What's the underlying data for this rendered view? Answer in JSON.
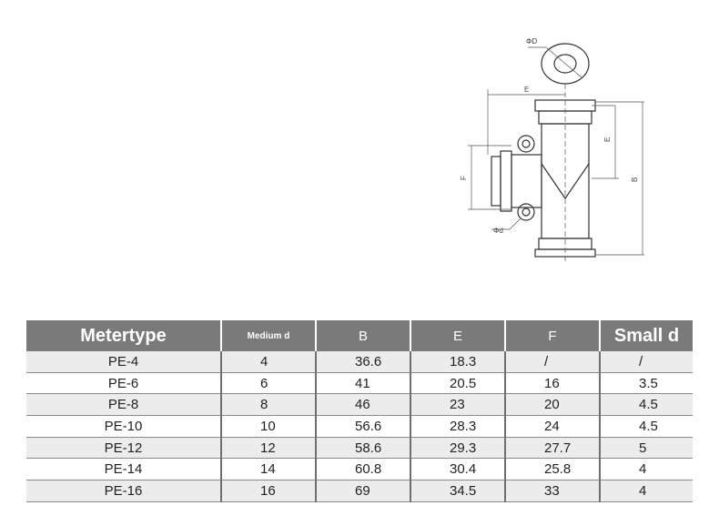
{
  "diagram": {
    "labels": {
      "phi_D": "ΦD",
      "E": "E",
      "E2": "E",
      "F": "F",
      "B": "B",
      "phi_d": "Φd"
    }
  },
  "table": {
    "headers": [
      "Metertype",
      "Medium d",
      "B",
      "E",
      "F",
      "Small d"
    ],
    "rows": [
      [
        "PE-4",
        "4",
        "36.6",
        "18.3",
        "/",
        "/"
      ],
      [
        "PE-6",
        "6",
        "41",
        "20.5",
        "16",
        "3.5"
      ],
      [
        "PE-8",
        "8",
        "46",
        "23",
        "20",
        "4.5"
      ],
      [
        "PE-10",
        "10",
        "56.6",
        "28.3",
        "24",
        "4.5"
      ],
      [
        "PE-12",
        "12",
        "58.6",
        "29.3",
        "27.7",
        "5"
      ],
      [
        "PE-14",
        "14",
        "60.8",
        "30.4",
        "25.8",
        "4"
      ],
      [
        "PE-16",
        "16",
        "69",
        "34.5",
        "33",
        "4"
      ]
    ]
  }
}
